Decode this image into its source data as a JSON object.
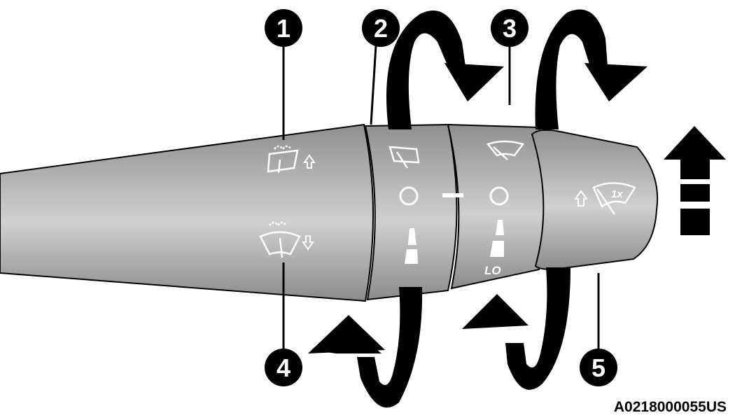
{
  "diagram": {
    "callouts": [
      {
        "number": "1"
      },
      {
        "number": "2"
      },
      {
        "number": "3"
      },
      {
        "number": "4"
      },
      {
        "number": "5"
      }
    ],
    "ring_labels": {
      "lo": "LO",
      "one_time": "1x"
    },
    "figure_id": "A0218000055US",
    "colors": {
      "stalk": "#a8a9ab",
      "ink": "#000000",
      "symbol": "#ffffff"
    }
  }
}
